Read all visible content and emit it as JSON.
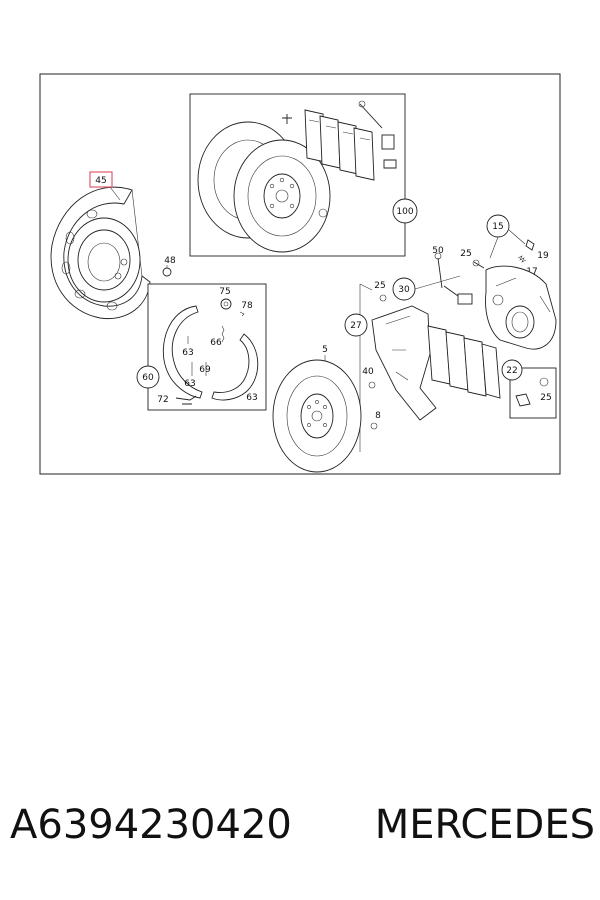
{
  "diagram": {
    "highlight_color": "#e05a6a",
    "labels": {
      "p45": "45",
      "p48": "48",
      "p100": "100",
      "p15": "15",
      "p19": "19",
      "p25a": "25",
      "p17": "17",
      "p50": "50",
      "p30": "30",
      "p25b": "25",
      "p75": "75",
      "p78": "78",
      "p66": "66",
      "p63a": "63",
      "p60": "60",
      "p69": "69",
      "p72": "72",
      "p63b": "63",
      "p5": "5",
      "p27": "27",
      "p40": "40",
      "p8": "8",
      "p22": "22",
      "p25c": "25"
    }
  },
  "caption": {
    "part_number": "A6394230420",
    "brand": "MERCEDES"
  }
}
